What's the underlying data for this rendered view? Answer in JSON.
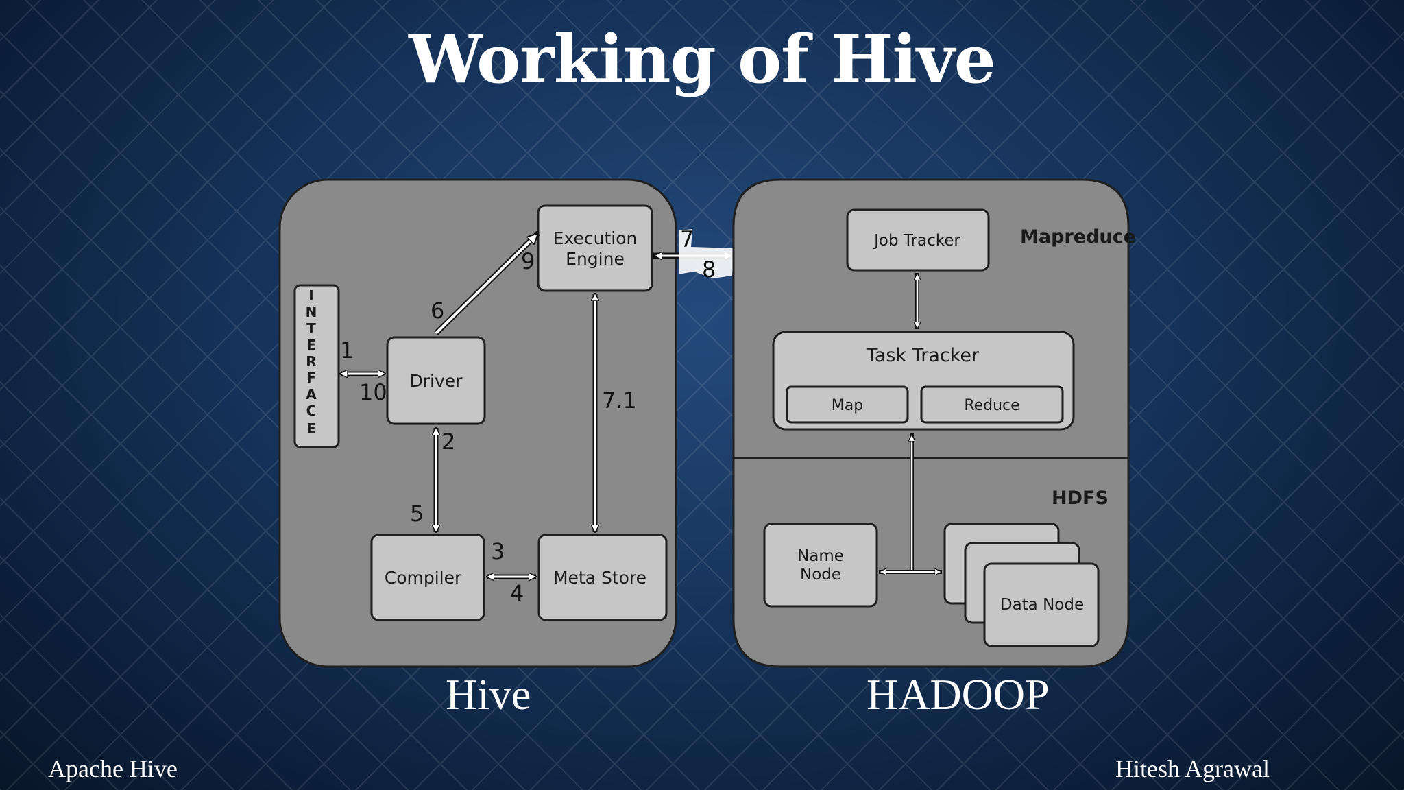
{
  "slide": {
    "title": "Working of Hive",
    "footer_left": "Apache Hive",
    "footer_right": "Hitesh Agrawal"
  },
  "hive": {
    "caption": "Hive",
    "interface_letters": [
      "I",
      "N",
      "T",
      "E",
      "R",
      "F",
      "A",
      "C",
      "E"
    ],
    "execution_engine_line1": "Execution",
    "execution_engine_line2": "Engine",
    "driver": "Driver",
    "compiler": "Compiler",
    "meta_store": "Meta Store",
    "steps": {
      "s1": "1",
      "s2": "2",
      "s3": "3",
      "s4": "4",
      "s5": "5",
      "s6": "6",
      "s7": "7",
      "s7_1": "7.1",
      "s8": "8",
      "s9": "9",
      "s10": "10"
    }
  },
  "hadoop": {
    "caption": "HADOOP",
    "mapreduce_label": "Mapreduce",
    "hdfs_label": "HDFS",
    "job_tracker": "Job Tracker",
    "task_tracker": "Task Tracker",
    "map": "Map",
    "reduce": "Reduce",
    "name_node_line1": "Name",
    "name_node_line2": "Node",
    "data_node": "Data Node"
  },
  "colors": {
    "panel": "#8a8a8a",
    "box": "#c6c6c6",
    "outline": "#1e1e1e",
    "arrow": "#ffffff"
  }
}
